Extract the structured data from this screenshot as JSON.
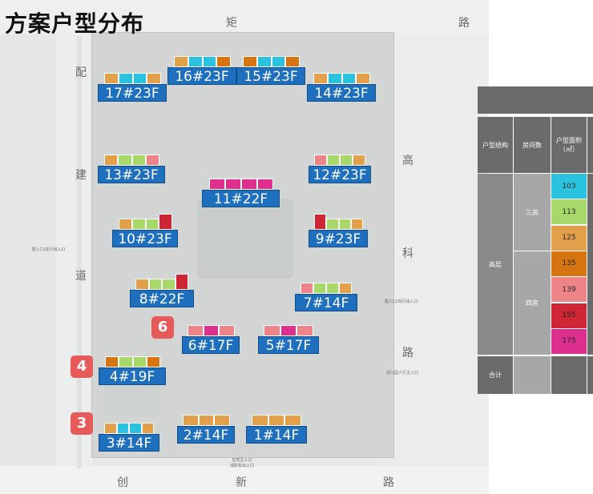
{
  "title": "方案户型分布",
  "streets": {
    "top": [
      "矩",
      "路"
    ],
    "left": [
      "配",
      "建",
      "道"
    ],
    "right": [
      "高",
      "科",
      "路"
    ],
    "bottom": [
      "创",
      "新",
      "路"
    ]
  },
  "map_notes": {
    "bottom_gate": "住宅主入口\n消防车出入口",
    "left_gate": "配入口/车行出入口",
    "right_gate_1": "配入口/车行出入口",
    "right_gate_2": "幼儿园人行主入口"
  },
  "buildings": [
    {
      "label": "17#23F",
      "units": [
        "orange-125",
        "blue-103",
        "blue-103",
        "orange-125"
      ]
    },
    {
      "label": "16#23F",
      "units": [
        "orange-125",
        "blue-103",
        "blue-103",
        "orange-135"
      ]
    },
    {
      "label": "15#23F",
      "units": [
        "orange-135",
        "blue-103",
        "blue-103",
        "orange-135"
      ]
    },
    {
      "label": "14#23F",
      "units": [
        "orange-125",
        "blue-103",
        "blue-103",
        "orange-125"
      ]
    },
    {
      "label": "13#23F",
      "units": [
        "orange-125",
        "green-113",
        "green-113",
        "pink-139"
      ]
    },
    {
      "label": "12#23F",
      "units": [
        "pink-139",
        "green-113",
        "green-113",
        "orange-125"
      ]
    },
    {
      "label": "11#22F",
      "units": [
        "magenta-175",
        "magenta-175",
        "magenta-175",
        "magenta-175"
      ]
    },
    {
      "label": "10#23F",
      "units": [
        "orange-125",
        "green-113",
        "green-113",
        "red-155"
      ]
    },
    {
      "label": "9#23F",
      "units": [
        "red-155",
        "green-113",
        "green-113",
        "orange-125"
      ]
    },
    {
      "label": "8#22F",
      "units": [
        "orange-125",
        "green-113",
        "green-113",
        "red-155"
      ]
    },
    {
      "label": "7#14F",
      "units": [
        "pink-139",
        "green-113",
        "green-113",
        "orange-125"
      ]
    },
    {
      "label": "6#17F",
      "units": [
        "pink-139",
        "magenta-175",
        "pink-139"
      ]
    },
    {
      "label": "5#17F",
      "units": [
        "pink-139",
        "magenta-175",
        "pink-139"
      ]
    },
    {
      "label": "4#19F",
      "units": [
        "orange-135",
        "green-113",
        "green-113",
        "orange-135"
      ]
    },
    {
      "label": "3#14F",
      "units": [
        "orange-125",
        "blue-103",
        "blue-103",
        "orange-125"
      ]
    },
    {
      "label": "2#14F",
      "units": [
        "orange-125",
        "orange-125",
        "orange-125"
      ]
    },
    {
      "label": "1#14F",
      "units": [
        "orange-125",
        "orange-125",
        "orange-125"
      ]
    }
  ],
  "badges": [
    "6",
    "4",
    "3"
  ],
  "colors": {
    "blue-103": "#29c3df",
    "green-113": "#a8d86a",
    "orange-125": "#e2a04a",
    "orange-135": "#d67510",
    "pink-139": "#ee8388",
    "red-155": "#cf2636",
    "magenta-175": "#dc2f8e",
    "label_blue": "#1f6fbf"
  },
  "table": {
    "headers": [
      "户型结构",
      "房间数",
      "户型面积\n（㎡）"
    ],
    "group": "高层",
    "rooms": [
      "三房",
      "四房"
    ],
    "areas": [
      {
        "value": "103",
        "color": "blue-103"
      },
      {
        "value": "113",
        "color": "green-113"
      },
      {
        "value": "125",
        "color": "orange-125"
      },
      {
        "value": "135",
        "color": "orange-135"
      },
      {
        "value": "139",
        "color": "pink-139"
      },
      {
        "value": "155",
        "color": "red-155"
      },
      {
        "value": "175",
        "color": "magenta-175"
      }
    ],
    "total_label": "合计"
  }
}
